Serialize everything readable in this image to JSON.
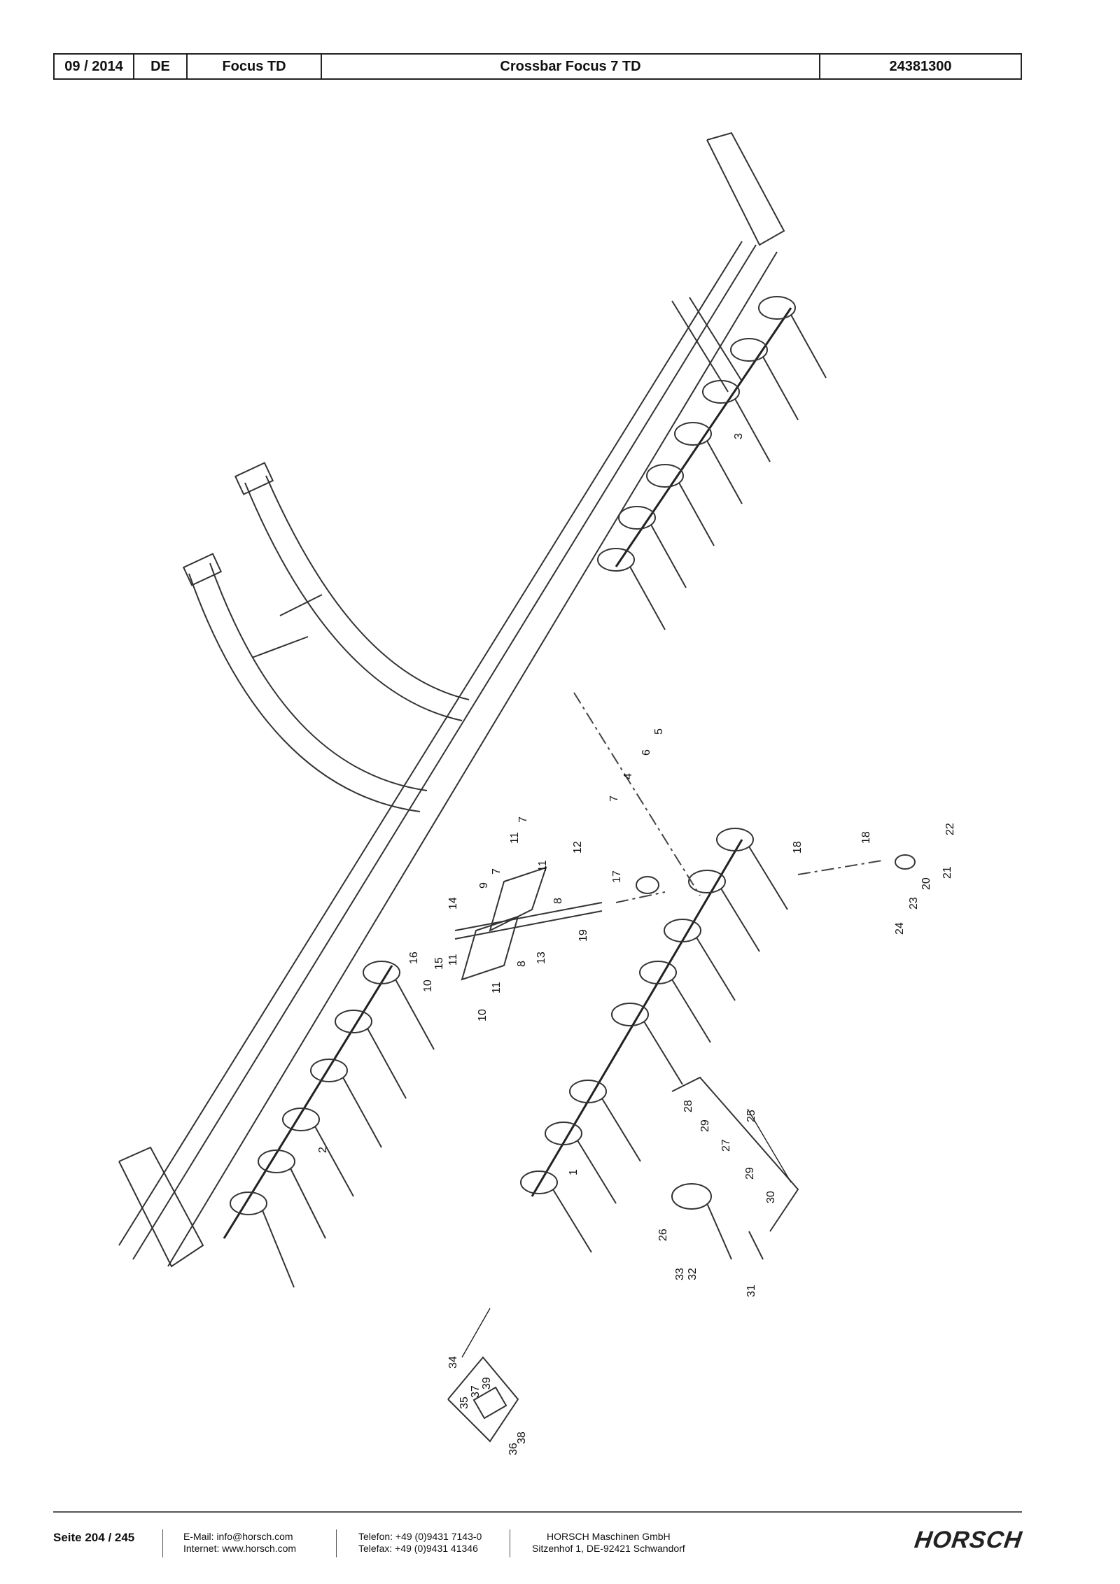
{
  "header": {
    "date": "09 / 2014",
    "lang": "DE",
    "model": "Focus TD",
    "title": "Crossbar Focus 7 TD",
    "number": "24381300"
  },
  "drawing": {
    "callouts": [
      "1",
      "2",
      "3",
      "4",
      "5",
      "6",
      "7",
      "7",
      "7",
      "8",
      "8",
      "9",
      "10",
      "10",
      "11",
      "11",
      "11",
      "11",
      "12",
      "13",
      "14",
      "15",
      "16",
      "17",
      "18",
      "18",
      "19",
      "20",
      "21",
      "22",
      "23",
      "24",
      "25",
      "26",
      "27",
      "28",
      "29",
      "29",
      "30",
      "31",
      "32",
      "33",
      "34",
      "35",
      "36",
      "37",
      "38",
      "39"
    ]
  },
  "footer": {
    "page": "Seite 204 / 245",
    "email": "E-Mail: info@horsch.com",
    "internet": "Internet: www.horsch.com",
    "phone": "Telefon: +49 (0)9431 7143-0",
    "fax": "Telefax: +49 (0)9431 41346",
    "company": "HORSCH Maschinen GmbH",
    "address": "Sitzenhof 1, DE-92421 Schwandorf",
    "logo": "HORSCH"
  }
}
